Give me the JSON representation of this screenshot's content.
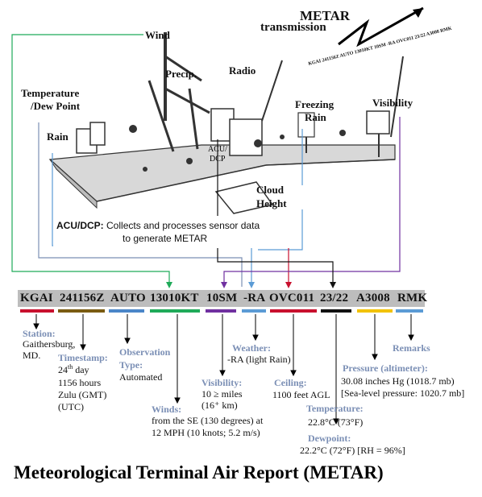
{
  "header": {
    "metar_label_1": "METAR",
    "metar_label_2": "transmission",
    "transmission_text": "KGAI 241156Z AUTO 13010KT 10SM -RA OVC011 23/22 A3008 RMK"
  },
  "station_labels": {
    "wind": "Wind",
    "precip": "Precip.",
    "radio": "Radio",
    "temperature_1": "Temperature",
    "temperature_2": "/Dew Point",
    "rain": "Rain",
    "freezing_rain_1": "Freezing",
    "freezing_rain_2": "Rain",
    "visibility": "Visibility",
    "acu_1": "ACU/",
    "acu_2": "DCP",
    "cloud_height_1": "Cloud",
    "cloud_height_2": "Height"
  },
  "acu_note": {
    "label": "ACU/DCP:",
    "line1": "Collects and processes sensor data",
    "line2": "to generate METAR"
  },
  "metar_tokens": [
    {
      "text": "KGAI",
      "color": "#c8102e"
    },
    {
      "text": "241156Z",
      "color": "#7a5c12"
    },
    {
      "text": "AUTO",
      "color": "#4a86c8"
    },
    {
      "text": "13010KT",
      "color": "#1faa59"
    },
    {
      "text": "10SM",
      "color": "#7030a0"
    },
    {
      "text": "-RA",
      "color": "#5b9bd5"
    },
    {
      "text": "OVC011",
      "color": "#c8102e"
    },
    {
      "text": "23/22",
      "color": "#111111"
    },
    {
      "text": "A3008",
      "color": "#f2c200"
    },
    {
      "text": "RMK",
      "color": "#5b9bd5"
    }
  ],
  "descriptions": {
    "station": {
      "title": "Station:",
      "line1": "Gaithersburg,",
      "line2": "MD."
    },
    "timestamp": {
      "title": "Timestamp:",
      "day_num": "24",
      "day_suffix": "th",
      "day_word": " day",
      "line2": "1156 hours",
      "line3": "Zulu (GMT)",
      "line4": "(UTC)"
    },
    "observation": {
      "title_1": "Observation",
      "title_2": "Type:",
      "value": "Automated"
    },
    "winds": {
      "title": "Winds:",
      "line1": "from the SE (130 degrees) at",
      "line2": "12 MPH (10 knots; 5.2 m/s)"
    },
    "visibility": {
      "title": "Visibility:",
      "line1": "10 ≥ miles",
      "line2": "(16⁺ km)"
    },
    "weather": {
      "title": "Weather:",
      "value": "-RA (light Rain)"
    },
    "ceiling": {
      "title": "Ceiling:",
      "value": "1100 feet AGL"
    },
    "temperature": {
      "title": "Temperature:",
      "value": "22.8°C (73°F)"
    },
    "dewpoint": {
      "title": "Dewpoint:",
      "value": "22.2°C (72°F) [RH = 96%]"
    },
    "pressure": {
      "title": "Pressure (altimeter):",
      "line1": "30.08 inches Hg (1018.7 mb)",
      "line2": "[Sea-level pressure: 1020.7 mb]"
    },
    "remarks": {
      "title": "Remarks"
    }
  },
  "footer": {
    "title": "Meteorological Terminal Air Report (METAR)"
  }
}
